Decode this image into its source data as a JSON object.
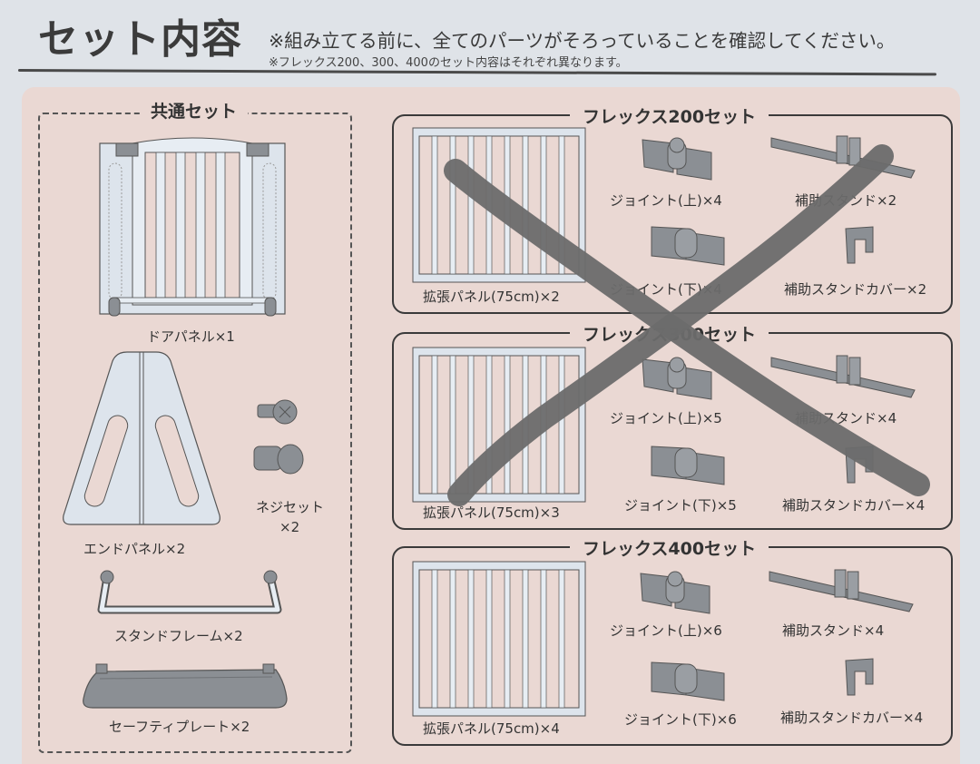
{
  "header": {
    "title": "セット内容",
    "note_main": "※組み立てる前に、全てのパーツがそろっていることを確認してください。",
    "note_sub": "※フレックス200、300、400のセット内容はそれぞれ異なります。"
  },
  "colors": {
    "page_bg": "#dfe3e8",
    "panel_bg": "#ead8d3",
    "line": "#3a3a3a",
    "part_light": "#dde4ec",
    "part_dark": "#8b8f94",
    "strike": "#6b6b6b"
  },
  "common_set": {
    "title": "共通セット",
    "items": [
      {
        "label": "ドアパネル×1",
        "icon": "door-panel-icon"
      },
      {
        "label": "エンドパネル×2",
        "icon": "end-panel-icon"
      },
      {
        "label": "ネジセット",
        "qty": "×2",
        "icon": "screw-set-icon"
      },
      {
        "label": "スタンドフレーム×2",
        "icon": "stand-frame-icon"
      },
      {
        "label": "セーフティプレート×2",
        "icon": "safety-plate-icon"
      }
    ]
  },
  "sets": [
    {
      "title": "フレックス200セット",
      "crossed_out": true,
      "items": {
        "panel": "拡張パネル(75cm)×2",
        "joint_upper": "ジョイント(上)×4",
        "joint_lower": "ジョイント(下)×4",
        "stand": "補助スタンド×2",
        "stand_cover": "補助スタンドカバー×2"
      }
    },
    {
      "title": "フレックス300セット",
      "crossed_out": true,
      "items": {
        "panel": "拡張パネル(75cm)×3",
        "joint_upper": "ジョイント(上)×5",
        "joint_lower": "ジョイント(下)×5",
        "stand": "補助スタンド×4",
        "stand_cover": "補助スタンドカバー×4"
      }
    },
    {
      "title": "フレックス400セット",
      "crossed_out": false,
      "items": {
        "panel": "拡張パネル(75cm)×4",
        "joint_upper": "ジョイント(上)×6",
        "joint_lower": "ジョイント(下)×6",
        "stand": "補助スタンド×4",
        "stand_cover": "補助スタンドカバー×4"
      }
    }
  ]
}
